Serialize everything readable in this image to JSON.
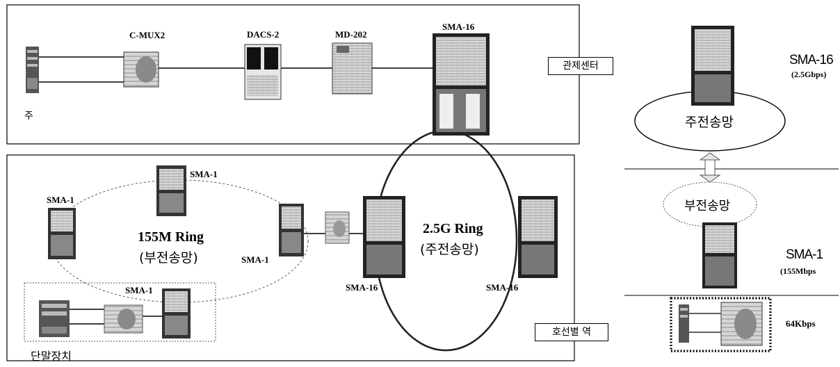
{
  "labels": {
    "cmux2": "C-MUX2",
    "dacs2": "DACS-2",
    "md202": "MD-202",
    "sma16_top": "SMA-16",
    "control_center": "관제센터",
    "main_short": "주",
    "sma1_top": "SMA-1",
    "sma1_left": "SMA-1",
    "sma1_mid": "SMA-1",
    "sma1_bottom": "SMA-1",
    "ring155_title": "155M Ring",
    "ring155_sub": "(부전송망)",
    "ring25_title": "2.5G Ring",
    "ring25_sub": "(주전송망)",
    "sma16_left": "SMA-16",
    "sma16_right": "SMA-16",
    "terminal": "단말장치",
    "line_area": "호선별 역"
  },
  "legend": {
    "sma16": "SMA-16",
    "sma16_rate": "(2.5Gbps)",
    "main_net": "주전송망",
    "sub_net": "부전송망",
    "sma1": "SMA-1",
    "sma1_rate": "(155Mbps",
    "rate64": "64Kbps"
  }
}
